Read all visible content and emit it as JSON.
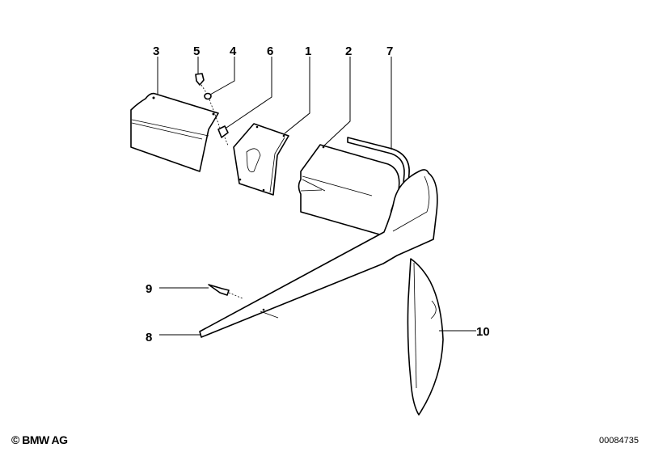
{
  "diagram": {
    "callouts": {
      "c1": "1",
      "c2": "2",
      "c3": "3",
      "c4": "4",
      "c5": "5",
      "c6": "6",
      "c7": "7",
      "c8": "8",
      "c9": "9",
      "c10": "10"
    }
  },
  "footer": {
    "copyright": "© BMW AG",
    "document_number": "00084735"
  }
}
